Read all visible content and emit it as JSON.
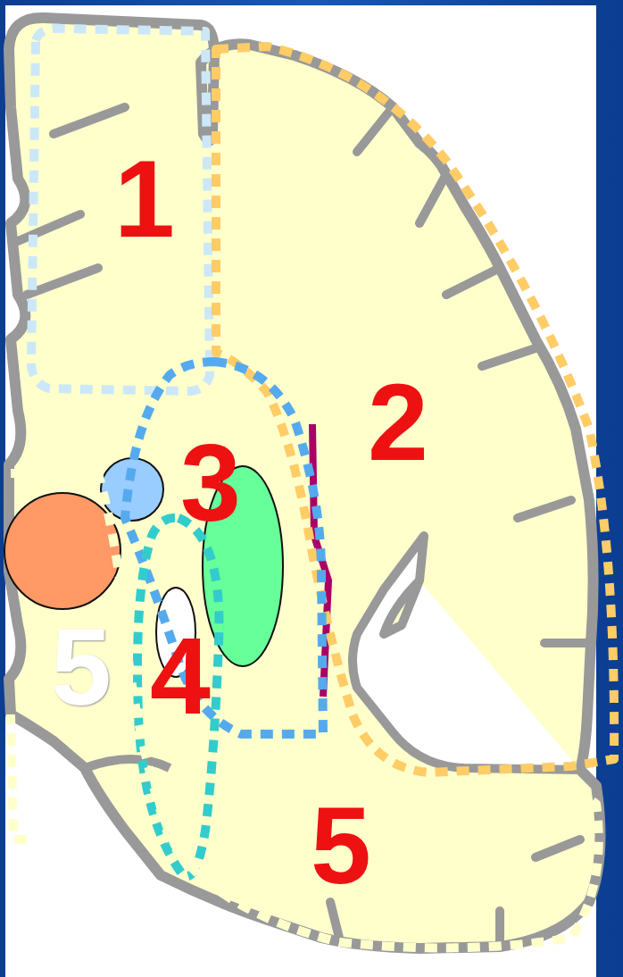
{
  "diagram": {
    "labels": [
      "1",
      "2",
      "3",
      "5",
      "4",
      "5"
    ]
  }
}
